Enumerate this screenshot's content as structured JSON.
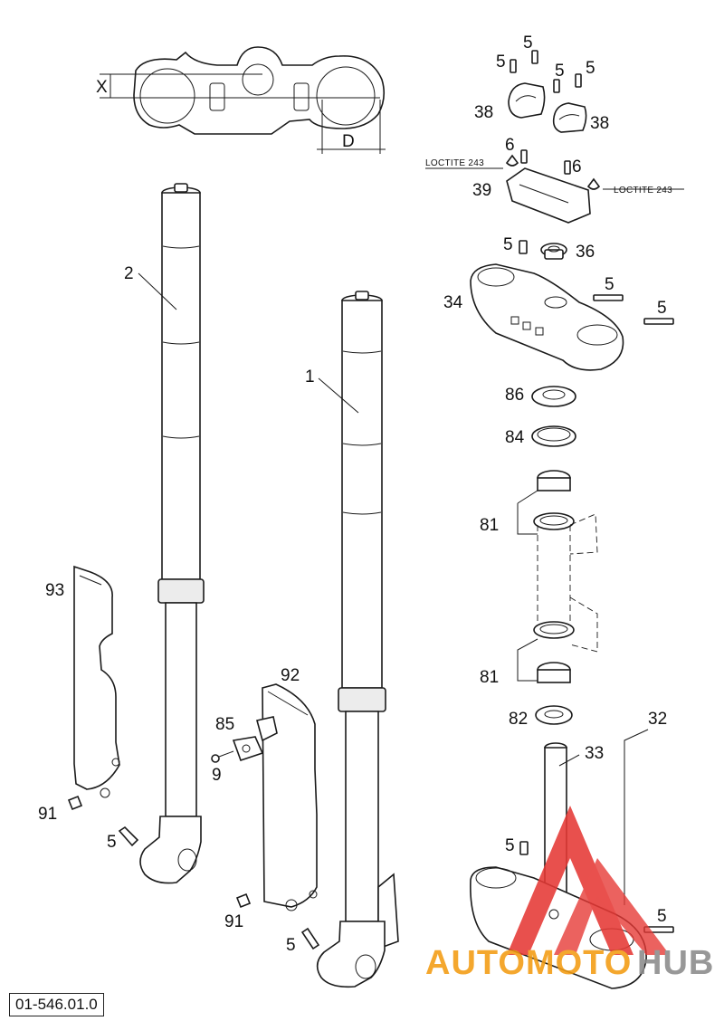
{
  "diagram": {
    "dimension_labels": {
      "x": "X",
      "d": "D"
    },
    "callouts": {
      "p1": "1",
      "p2": "2",
      "p5a": "5",
      "p5b": "5",
      "p5c": "5",
      "p5d": "5",
      "p5e": "5",
      "p5f": "5",
      "p5g": "5",
      "p5h": "5",
      "p5i": "5",
      "p5j": "5",
      "p5k": "5",
      "p6a": "6",
      "p6b": "6",
      "p9": "9",
      "p32": "32",
      "p33": "33",
      "p34": "34",
      "p36": "36",
      "p38a": "38",
      "p38b": "38",
      "p39": "39",
      "p81a": "81",
      "p81b": "81",
      "p82": "82",
      "p84": "84",
      "p85": "85",
      "p86": "86",
      "p91a": "91",
      "p91b": "91",
      "p92": "92",
      "p93": "93"
    },
    "notes": {
      "loctite_left": "LOCTITE 243",
      "loctite_right": "LOCTITE 243"
    },
    "figure_code": "01-546.01.0"
  },
  "watermark": {
    "word_part1": "AUTOMOTO",
    "word_part2": "HUB"
  },
  "colors": {
    "ink": "#1a1a1a",
    "watermark_red": "#e53935",
    "watermark_orange": "#f39c12",
    "watermark_grey": "#8a8a8a"
  }
}
